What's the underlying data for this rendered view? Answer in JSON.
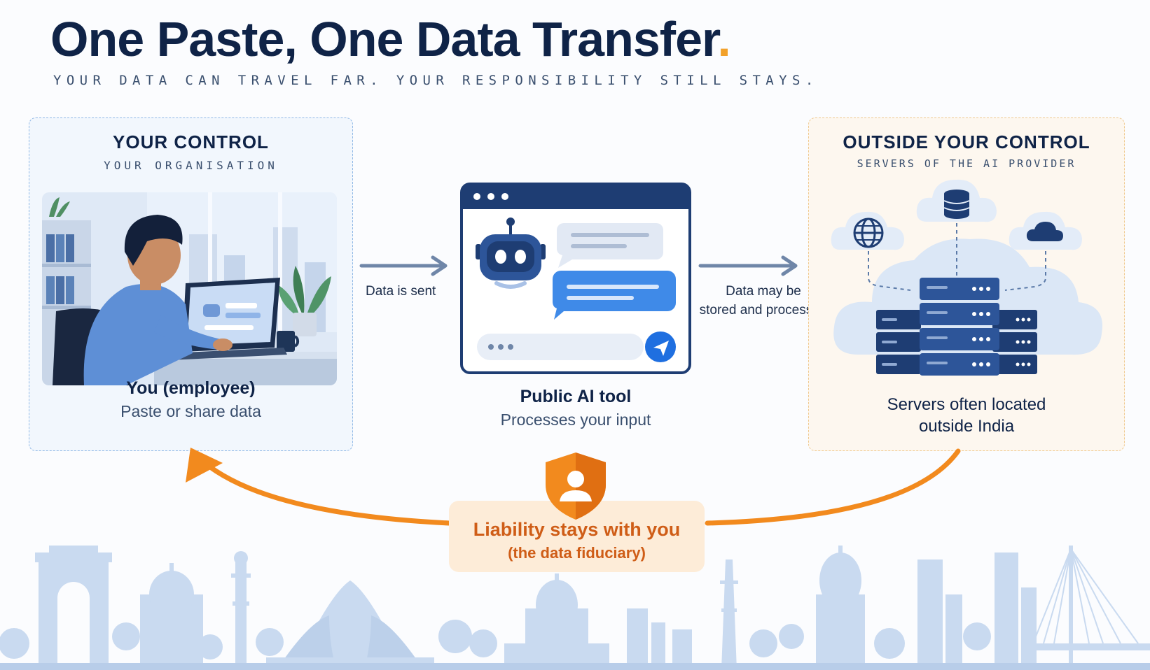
{
  "header": {
    "title": "One Paste, One Data Transfer",
    "title_dot": ".",
    "subtitle": "YOUR DATA CAN TRAVEL FAR. YOUR RESPONSIBILITY STILL STAYS."
  },
  "left_panel": {
    "title": "YOUR CONTROL",
    "subtitle": "YOUR ORGANISATION",
    "caption_main": "You (employee)",
    "caption_sub": "Paste or share data"
  },
  "middle": {
    "caption_main": "Public AI tool",
    "caption_sub": "Processes your input"
  },
  "right_panel": {
    "title": "OUTSIDE YOUR CONTROL",
    "subtitle": "SERVERS OF THE AI PROVIDER",
    "caption_line1": "Servers often located",
    "caption_line2": "outside India"
  },
  "flows": {
    "sent_label": "Data is sent",
    "stored_label_line1": "Data may be",
    "stored_label_line2": "stored and processed"
  },
  "liability": {
    "line1": "Liability stays with you",
    "line2": "(the data fiduciary)"
  },
  "icons": {
    "robot": "robot-icon",
    "send": "send-icon",
    "globe": "globe-icon",
    "database": "database-icon",
    "cloud": "cloud-icon",
    "shield": "shield-user-icon"
  },
  "colors": {
    "navy": "#0f2347",
    "accent_orange": "#f28a1e",
    "liability_text": "#cf5d17",
    "panel_blue_border": "#8fb8e6",
    "panel_orange_border": "#f0c98e",
    "brand_blue": "#1f6fe0",
    "server_navy": "#1e3d73"
  }
}
